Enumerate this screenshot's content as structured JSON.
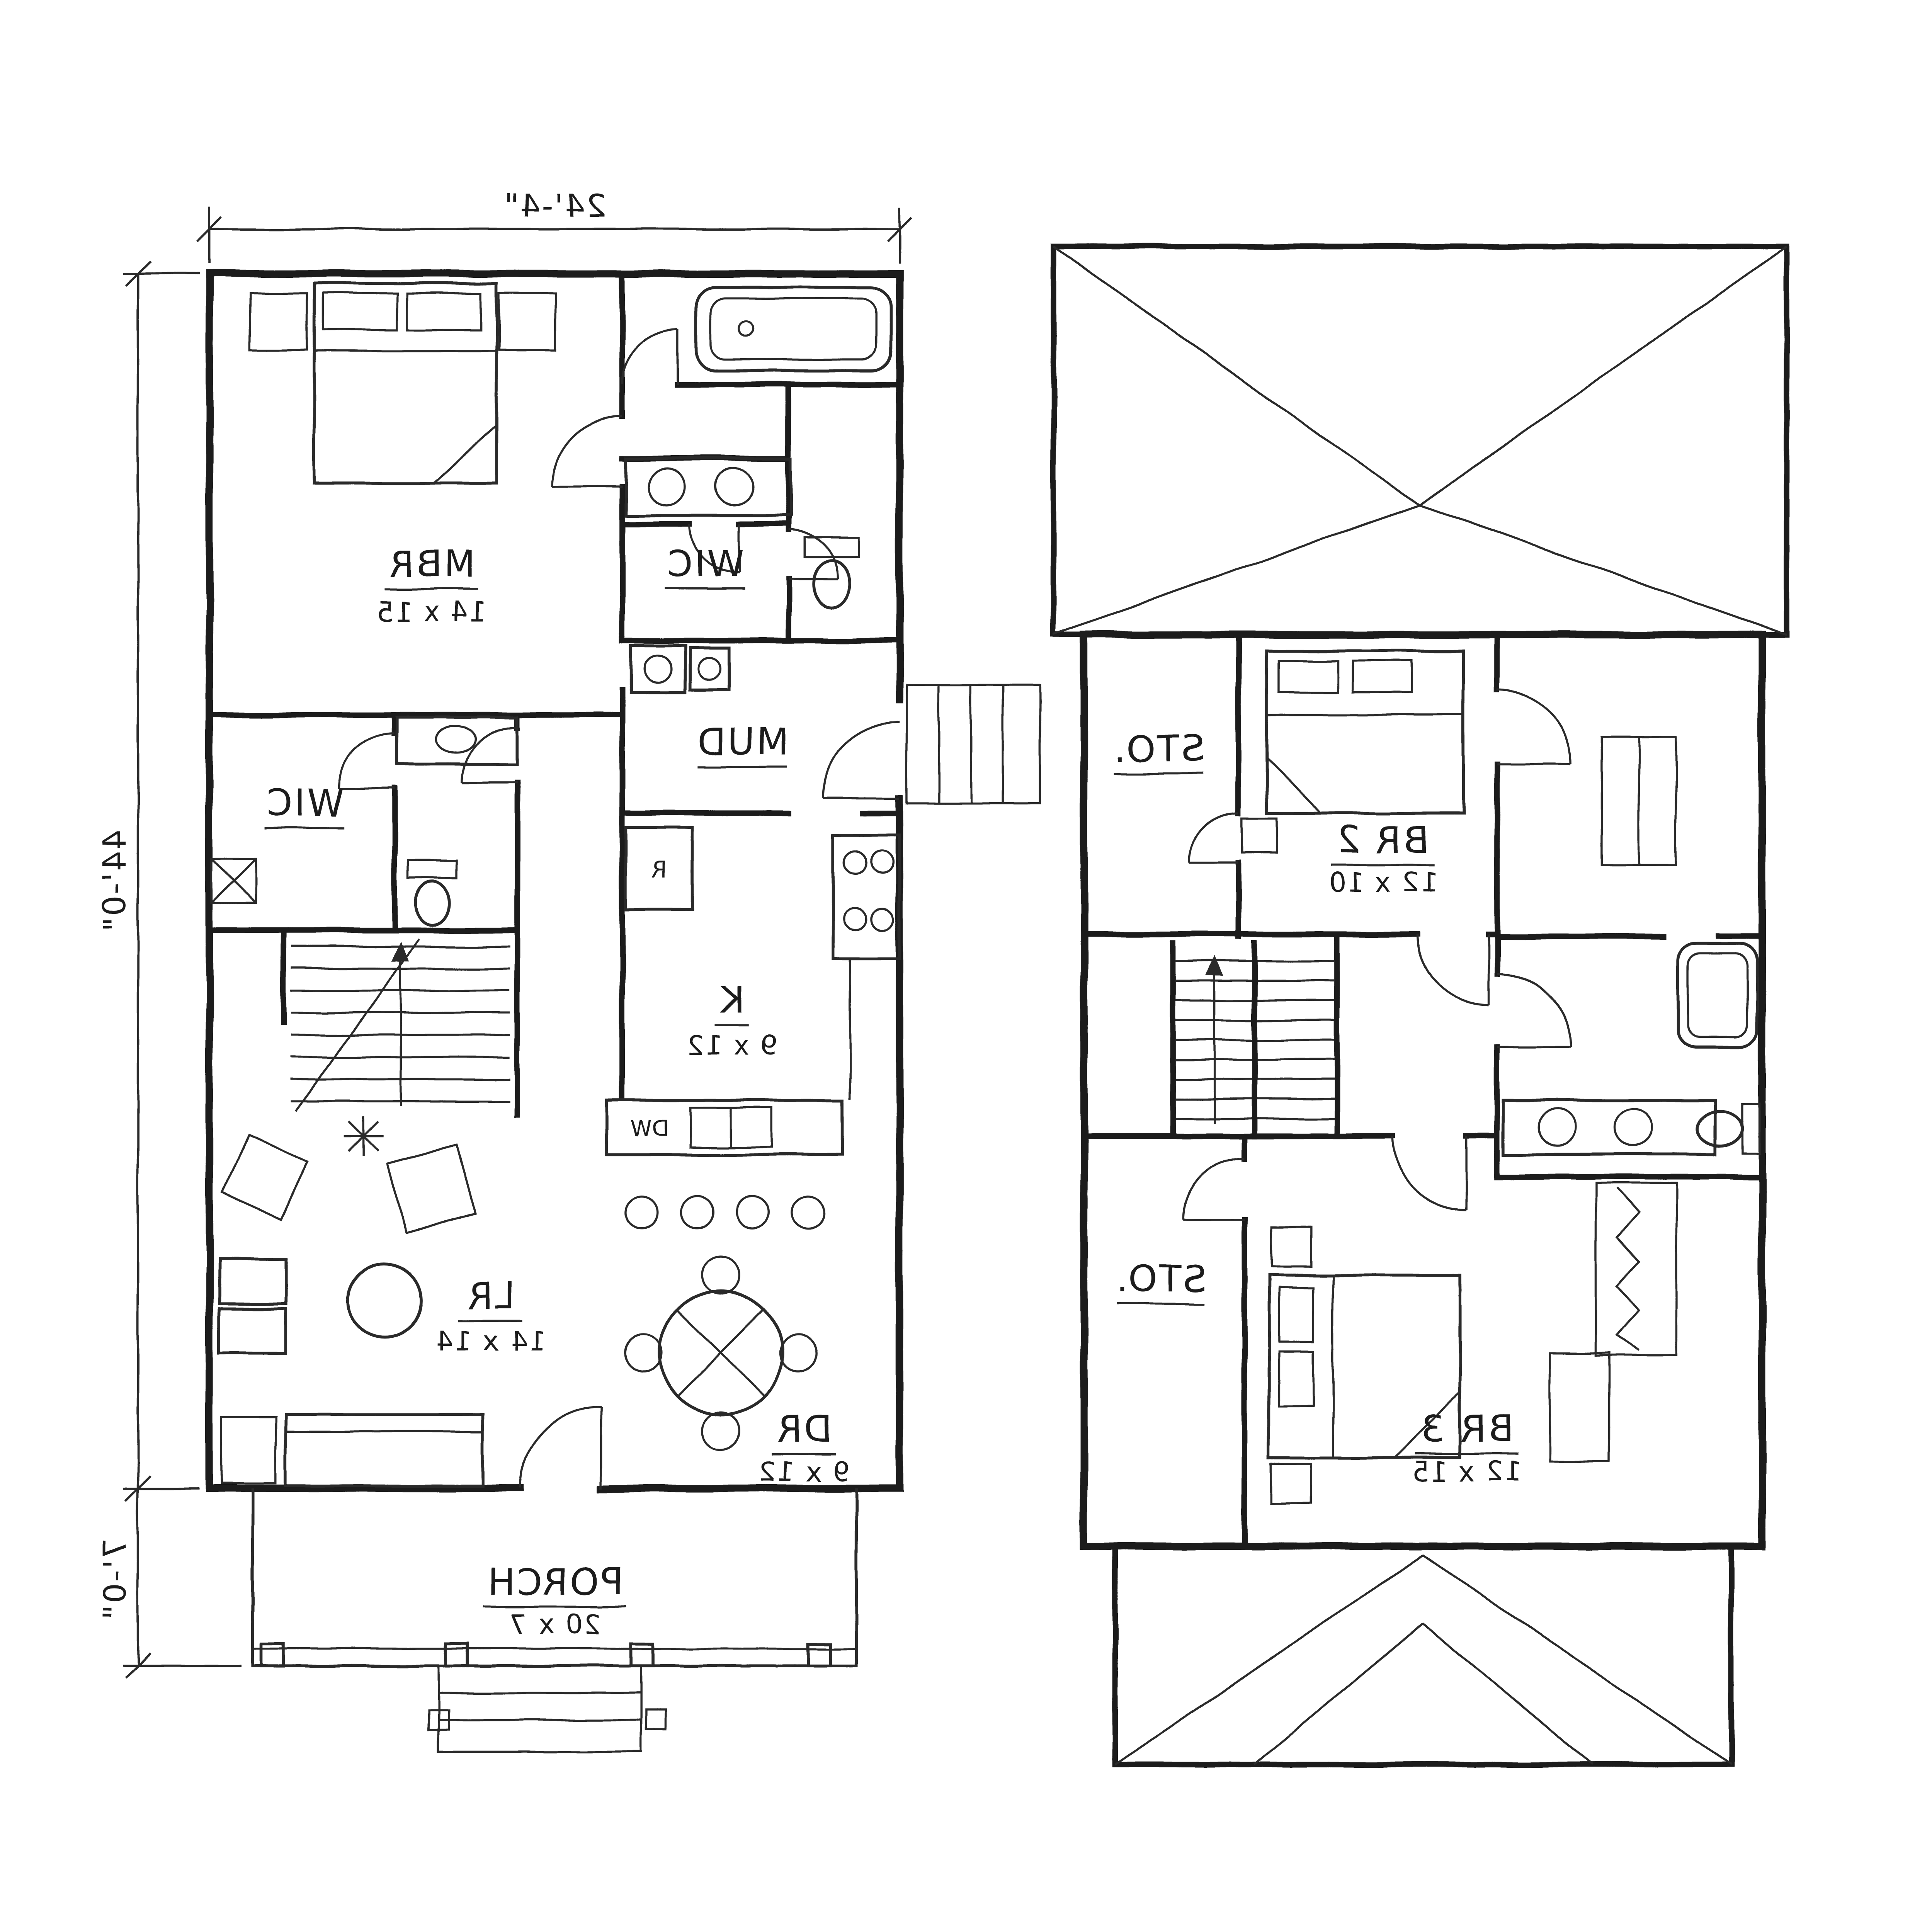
{
  "page": {
    "background": "#ffffff",
    "ink": "#1f1f1f"
  },
  "first_floor": {
    "dim_width": "24'-4\"",
    "dim_height": "44'-0\"",
    "dim_porch": "7'-0\"",
    "rooms": {
      "mbr": {
        "name": "MBR",
        "size": "14 x 15"
      },
      "wic_upper": {
        "name": "WIC"
      },
      "mud": {
        "name": "MUD"
      },
      "wic_lower": {
        "name": "WIC"
      },
      "kitchen": {
        "name": "K",
        "size": "9 x 12"
      },
      "living": {
        "name": "LR",
        "size": "14 x 14"
      },
      "dining": {
        "name": "DR",
        "size": "9 x 12"
      },
      "porch": {
        "name": "PORCH",
        "size": "20 x 7"
      }
    },
    "appliances": {
      "refrigerator": "R",
      "dishwasher": "DW"
    }
  },
  "second_floor": {
    "rooms": {
      "storage_upper": {
        "name": "STO."
      },
      "bedroom2": {
        "name": "BR 2",
        "size": "12 x 10"
      },
      "storage_lower": {
        "name": "STO."
      },
      "bedroom3": {
        "name": "BR 3",
        "size": "12 x 15"
      }
    }
  }
}
